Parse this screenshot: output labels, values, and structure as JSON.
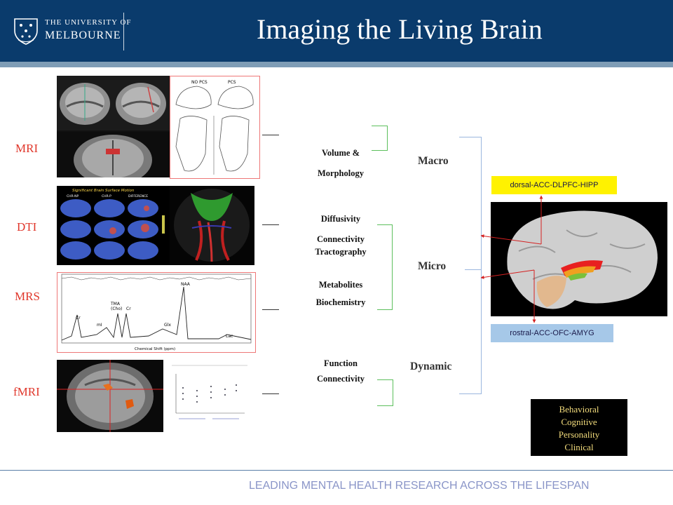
{
  "header": {
    "university_line1": "THE UNIVERSITY OF",
    "university_line2": "MELBOURNE",
    "title": "Imaging the Living Brain"
  },
  "modalities": [
    {
      "label": "MRI"
    },
    {
      "label": "DTI"
    },
    {
      "label": "MRS"
    },
    {
      "label": "fMRI"
    }
  ],
  "panels": {
    "pcs_labels": [
      "NO PCS",
      "PCS"
    ],
    "dti_title": "Significant Brain Surface Motion",
    "dti_columns": [
      "CHR-NP",
      "CHR-P",
      "DIFFERENCE"
    ],
    "mrs_peaks": [
      "NAA",
      "TMA",
      "(Cho)",
      "Cr",
      "Cr",
      "mI",
      "Glx",
      "Lac"
    ],
    "mrs_axis": "Chemical Shift (ppm)"
  },
  "measures": {
    "mri": [
      "Volume &",
      "Morphology"
    ],
    "dti": [
      "Diffusivity",
      "Connectivity",
      "Tractography"
    ],
    "mrs": [
      "Metabolites",
      "Biochemistry"
    ],
    "fmri": [
      "Function",
      "Connectivity"
    ]
  },
  "scales": [
    "Macro",
    "Micro",
    "Dynamic"
  ],
  "circuits": {
    "top": "dorsal-ACC-DLPFC-HIPP",
    "bottom": "rostral-ACC-OFC-AMYG"
  },
  "outcomes": [
    "Behavioral",
    "Cognitive",
    "Personality",
    "Clinical"
  ],
  "footer": "LEADING MENTAL HEALTH RESEARCH ACROSS THE LIFESPAN",
  "colors": {
    "header_bg": "#0a3b6c",
    "modality_label": "#e0362a",
    "green_bracket": "#5cbf5c",
    "blue_bracket": "#9bb7de",
    "circuit_top": "#fff200",
    "circuit_bottom": "#a6c8e8",
    "footer_text": "#8a95c8"
  }
}
